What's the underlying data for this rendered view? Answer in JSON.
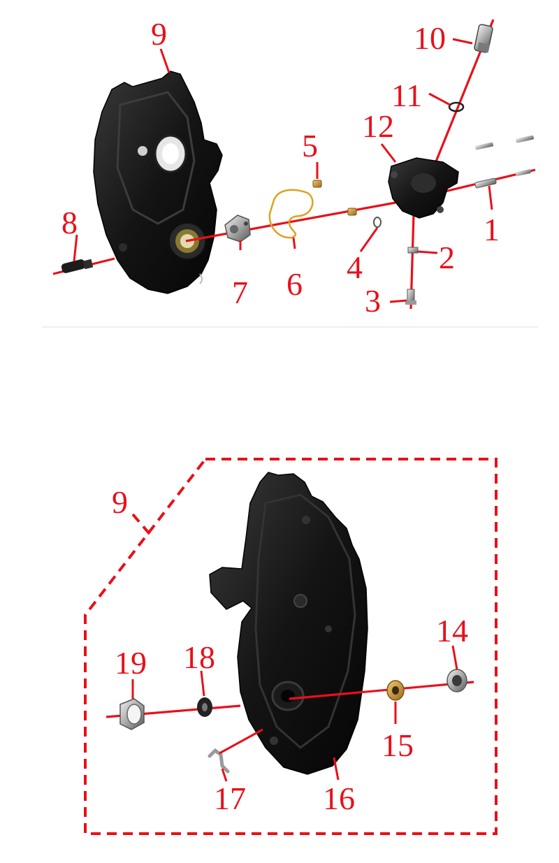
{
  "diagram": {
    "accent_color": "#e8101a",
    "upper_assembly": {
      "callouts": [
        "1",
        "2",
        "3",
        "4",
        "5",
        "6",
        "7",
        "8",
        "9",
        "10",
        "11",
        "12"
      ]
    },
    "lower_assembly": {
      "group_label": "9",
      "callouts": [
        "14",
        "15",
        "16",
        "17",
        "18",
        "19"
      ]
    }
  }
}
